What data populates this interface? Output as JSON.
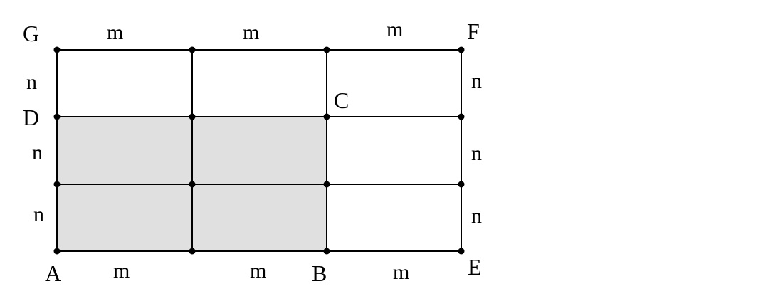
{
  "figure": {
    "colors": {
      "shade": "#e0e0e0",
      "line": "#000000",
      "background": "#ffffff"
    },
    "grid": {
      "columns": 3,
      "rows": 3,
      "shaded_columns": 2,
      "shaded_rows": 2
    },
    "points": {
      "A": "A",
      "B": "B",
      "C": "C",
      "D": "D",
      "E": "E",
      "F": "F",
      "G": "G"
    },
    "lengths": {
      "top": [
        "m",
        "m",
        "m"
      ],
      "bottom": [
        "m",
        "m",
        "m"
      ],
      "left": [
        "n",
        "n",
        "n"
      ],
      "right": [
        "n",
        "n",
        "n"
      ]
    }
  }
}
